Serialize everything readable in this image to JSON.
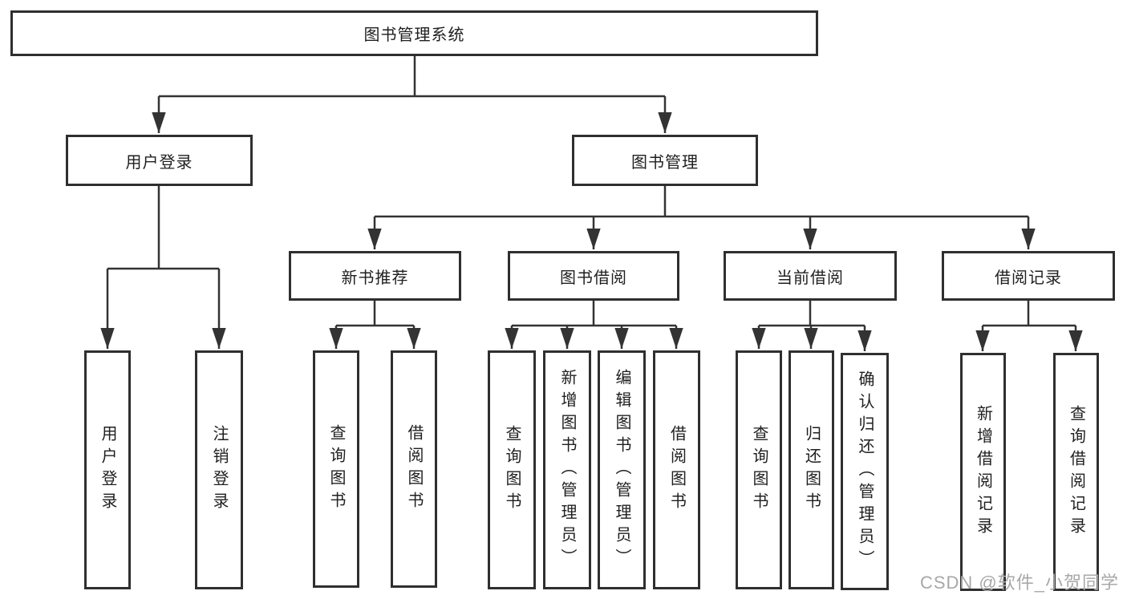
{
  "diagram_type": "hierarchy-tree",
  "tree": {
    "root": {
      "label": "图书管理系统"
    },
    "branches": [
      {
        "label": "用户登录",
        "children": [
          {
            "label": "用户登录"
          },
          {
            "label": "注销登录"
          }
        ]
      },
      {
        "label": "图书管理",
        "children": [
          {
            "label": "新书推荐",
            "children": [
              {
                "label": "查询图书"
              },
              {
                "label": "借阅图书"
              }
            ]
          },
          {
            "label": "图书借阅",
            "children": [
              {
                "label": "查询图书"
              },
              {
                "label": "新增图书（管理员）"
              },
              {
                "label": "编辑图书（管理员）"
              },
              {
                "label": "借阅图书"
              }
            ]
          },
          {
            "label": "当前借阅",
            "children": [
              {
                "label": "查询图书"
              },
              {
                "label": "归还图书"
              },
              {
                "label": "确认归还（管理员）"
              }
            ]
          },
          {
            "label": "借阅记录",
            "children": [
              {
                "label": "新增借阅记录"
              },
              {
                "label": "查询借阅记录"
              }
            ]
          }
        ]
      }
    ]
  },
  "watermark": {
    "text": "CSDN @软件_小贺同学"
  },
  "colors": {
    "line": "#333333",
    "box_border": "#2f2f2f",
    "text": "#1f1f1f",
    "watermark": "#a8a8a8",
    "background": "#ffffff"
  }
}
